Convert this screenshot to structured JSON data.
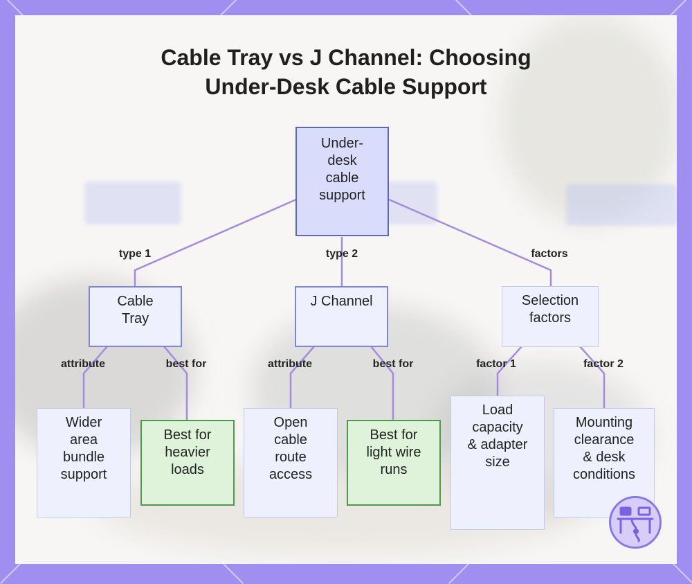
{
  "title_line1": "Cable Tray vs J Channel: Choosing",
  "title_line2": "Under-Desk Cable Support",
  "colors": {
    "frame": "#a08ff0",
    "root_fill": "#d9dcfb",
    "root_border": "#5b67c6",
    "node_fill": "#eef0fd",
    "highlight_fill": "#def3d9",
    "highlight_border": "#4e9a4c",
    "link": "#a48ae0"
  },
  "nodes": {
    "root": "Under-\ndesk\ncable\nsupport",
    "cable_tray": "Cable\nTray",
    "j_channel": "J Channel",
    "selection_factors": "Selection\nfactors",
    "wider_area": "Wider\narea\nbundle\nsupport",
    "heavier_loads": "Best for\nheavier\nloads",
    "open_route": "Open\ncable\nroute\naccess",
    "light_wire": "Best for\nlight wire\nruns",
    "load_capacity": "Load\ncapacity\n& adapter\nsize",
    "mounting": "Mounting\nclearance\n& desk\nconditions"
  },
  "edges": {
    "type1": "type 1",
    "type2": "type 2",
    "factors": "factors",
    "tray_attribute": "attribute",
    "tray_best_for": "best for",
    "j_attribute": "attribute",
    "j_best_for": "best for",
    "factor1": "factor 1",
    "factor2": "factor 2"
  },
  "badge_icon": "desk-cable-icon"
}
